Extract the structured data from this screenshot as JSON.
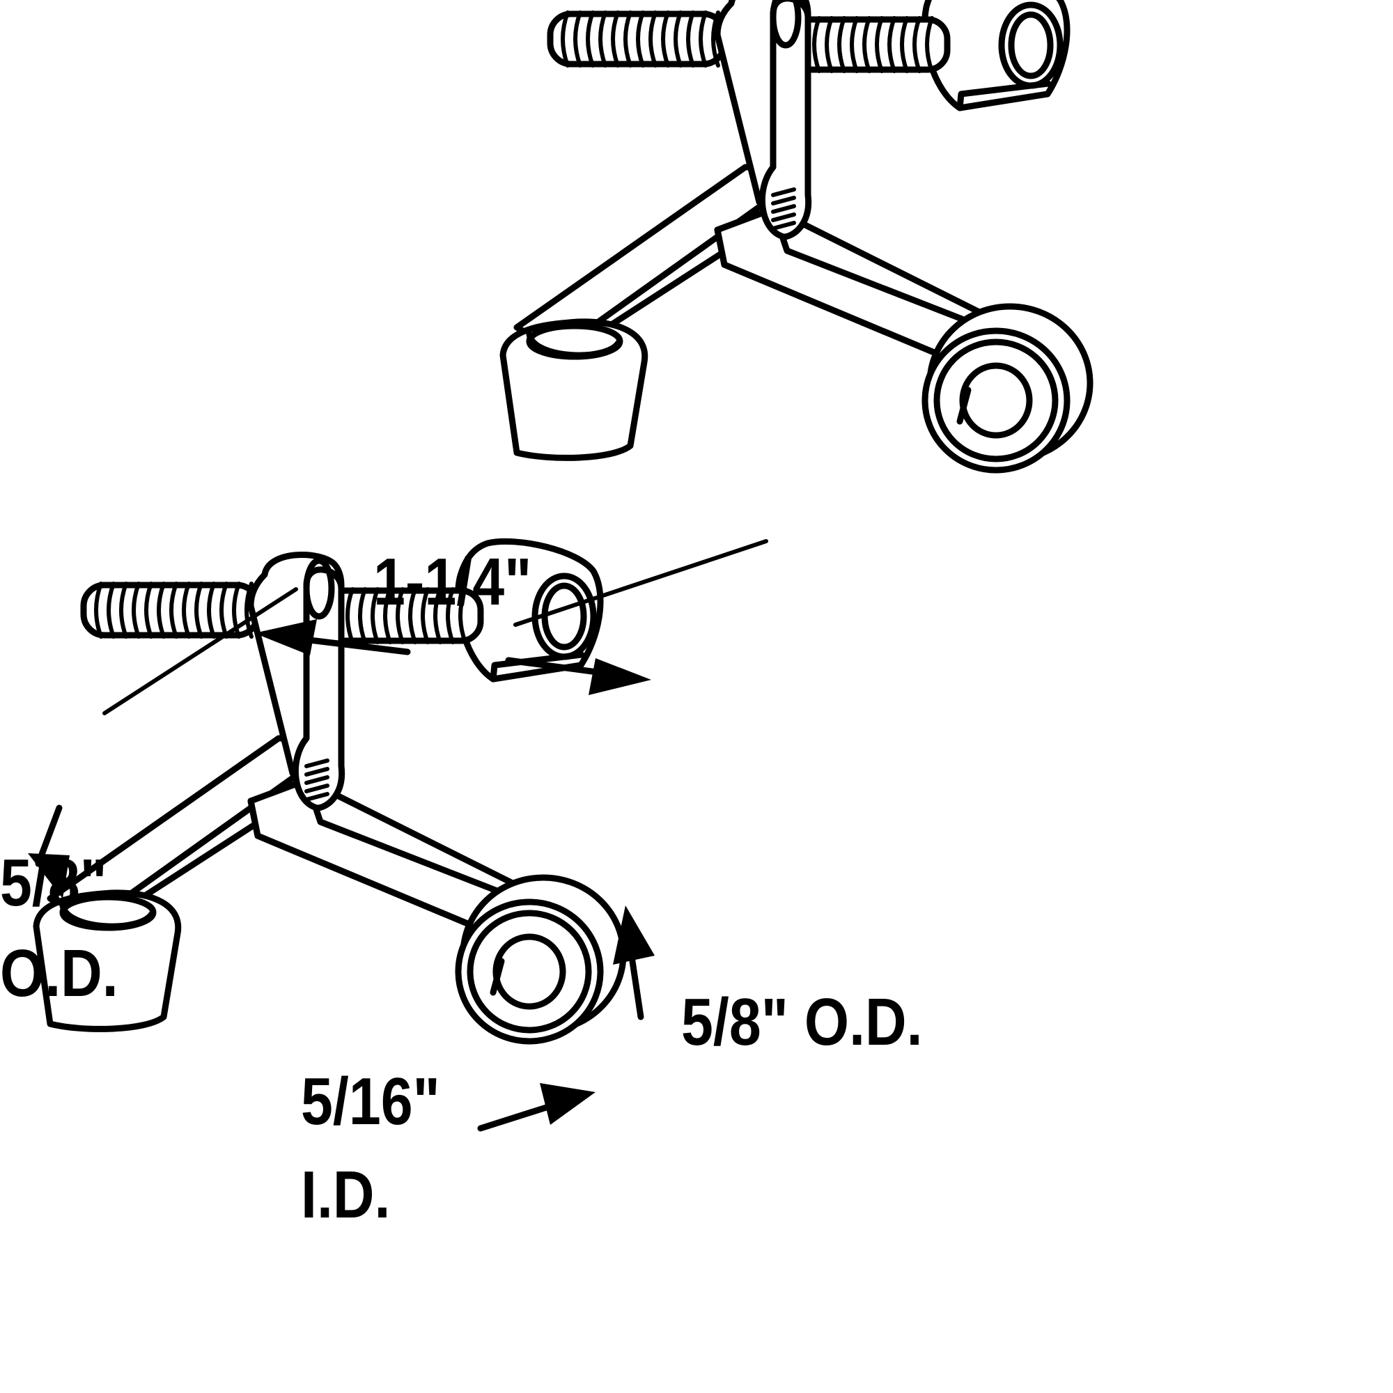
{
  "dimensions": {
    "length": "1-1/4\"",
    "od_left_line1": "5/8\"",
    "od_left_line2": "O.D.",
    "od_right": "5/8\" O.D.",
    "id_line1": "5/16\"",
    "id_line2": "I.D."
  },
  "colors": {
    "line": "#000000",
    "background": "#ffffff"
  }
}
